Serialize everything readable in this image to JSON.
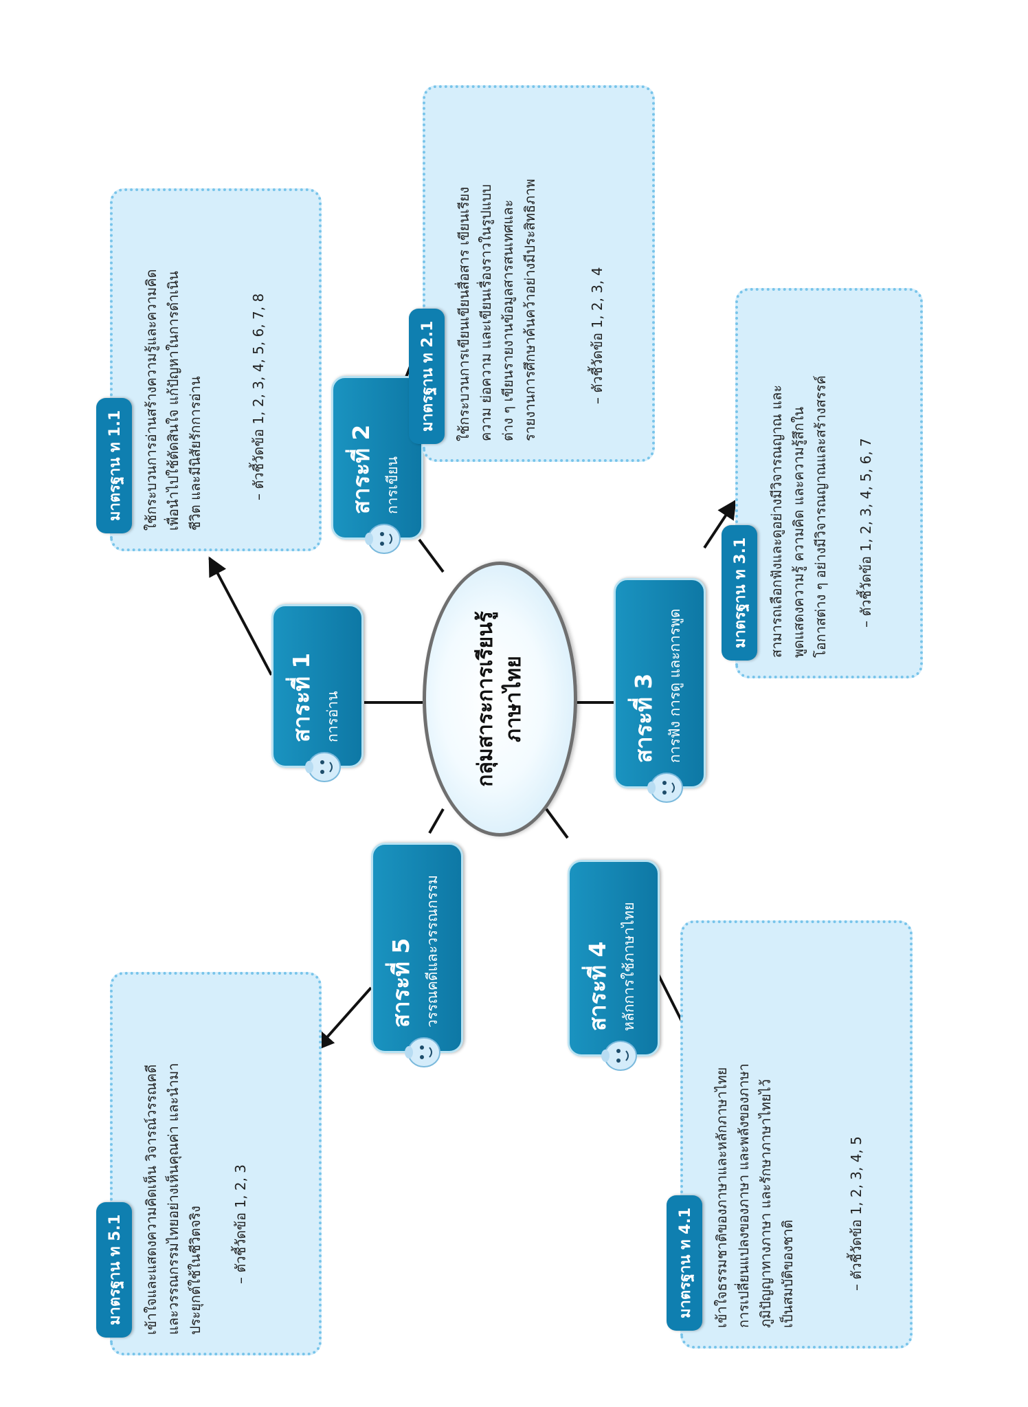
{
  "center": {
    "line1": "กลุ่มสาระการเรียนรู้",
    "line2": "ภาษาไทย"
  },
  "topics": [
    {
      "title": "สาระที่ 1",
      "subtitle": "การอ่าน"
    },
    {
      "title": "สาระที่ 2",
      "subtitle": "การเขียน"
    },
    {
      "title": "สาระที่ 3",
      "subtitle": "การฟัง การดู และการพูด"
    },
    {
      "title": "สาระที่ 4",
      "subtitle": "หลักการใช้ภาษาไทย"
    },
    {
      "title": "สาระที่ 5",
      "subtitle": "วรรณคดีและวรรณกรรม"
    }
  ],
  "standards": [
    {
      "tag": "มาตรฐาน ท 1.1",
      "text": "ใช้กระบวนการอ่านสร้างความรู้และความคิด\nเพื่อนำไปใช้ตัดสินใจ  แก้ปัญหาในการดำเนิน\nชีวิต และมีนิสัยรักการอ่าน",
      "indicator": "– ตัวชี้วัดข้อ 1, 2, 3, 4, 5, 6, 7, 8"
    },
    {
      "tag": "มาตรฐาน ท 2.1",
      "text": "ใช้กระบวนการเขียนเขียนสื่อสาร  เขียนเรียง\nความ  ย่อความ  และเขียนเรื่องราวในรูปแบบ\nต่าง ๆ  เขียนรายงานข้อมูลสารสนเทศและ\nรายงานการศึกษาค้นคว้าอย่างมีประสิทธิภาพ",
      "indicator": "– ตัวชี้วัดข้อ 1, 2, 3, 4"
    },
    {
      "tag": "มาตรฐาน ท 3.1",
      "text": "สามารถเลือกฟังและดูอย่างมีวิจารณญาณ และ\nพูดแสดงความรู้  ความคิด  และความรู้สึกใน\nโอกาสต่าง ๆ อย่างมีวิจารณญาณและสร้างสรรค์",
      "indicator": "– ตัวชี้วัดข้อ 1, 2, 3, 4, 5, 6, 7"
    },
    {
      "tag": "มาตรฐาน ท 4.1",
      "text": "เข้าใจธรรมชาติของภาษาและหลักภาษาไทย\nการเปลี่ยนแปลงของภาษา และพลังของภาษา\nภูมิปัญญาทางภาษา  และรักษาภาษาไทยไว้\nเป็นสมบัติของชาติ",
      "indicator": "– ตัวชี้วัดข้อ 1, 2, 3, 4, 5"
    },
    {
      "tag": "มาตรฐาน ท 5.1",
      "text": "เข้าใจและแสดงความคิดเห็น  วิจารณ์วรรณคดี\nและวรรณกรรมไทยอย่างเห็นคุณค่า และนำมา\nประยุกต์ใช้ในชีวิตจริง",
      "indicator": "– ตัวชี้วัดข้อ 1, 2, 3"
    }
  ]
}
